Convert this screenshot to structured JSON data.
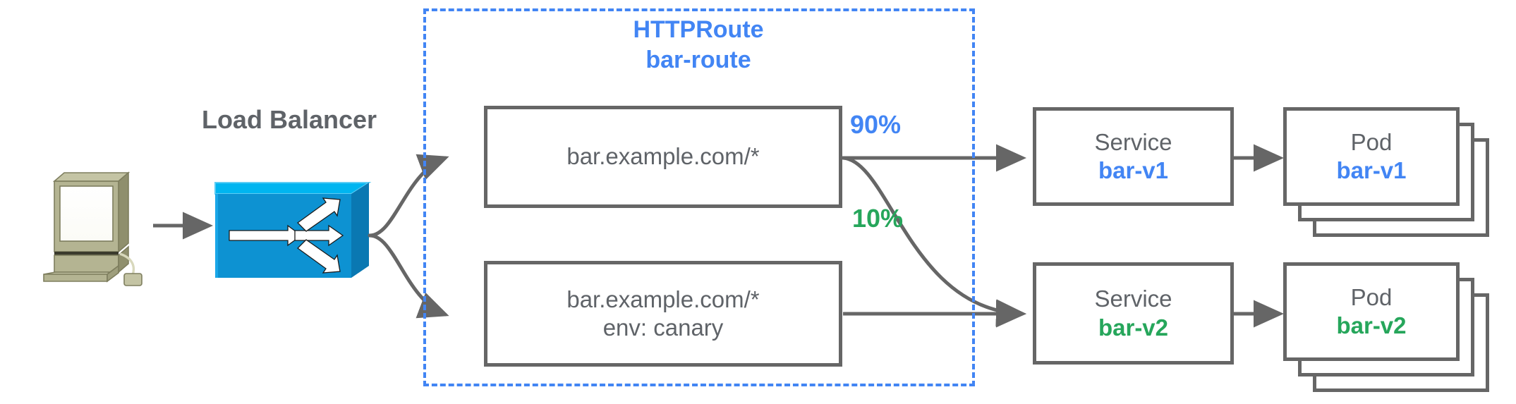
{
  "diagram": {
    "title_visible": false,
    "colors": {
      "blue": "#4285f4",
      "green": "#26a65b",
      "gray": "#5f6368",
      "stroke": "#666666",
      "lb_front": "#0d92d2",
      "lb_top": "#00b5f0",
      "lb_side": "#0a72a8",
      "pc_body": "#a8a884",
      "pc_light": "#c6c6a8",
      "pc_dark": "#8a8a68"
    },
    "client": {
      "icon": "workstation-icon",
      "label": ""
    },
    "load_balancer": {
      "label": "Load Balancer",
      "icon": "load-balancer-switch-icon"
    },
    "httproute": {
      "kind_label": "HTTPRoute",
      "name_label": "bar-route"
    },
    "rules": [
      {
        "id": "rule-1",
        "line1": "bar.example.com/*",
        "line2": ""
      },
      {
        "id": "rule-2",
        "line1": "bar.example.com/*",
        "line2": "env: canary"
      }
    ],
    "weights": [
      {
        "id": "weight-90",
        "label": "90%",
        "color": "blue"
      },
      {
        "id": "weight-10",
        "label": "10%",
        "color": "green"
      }
    ],
    "services": [
      {
        "id": "service-bar-v1",
        "kind": "Service",
        "name": "bar-v1",
        "color": "blue"
      },
      {
        "id": "service-bar-v2",
        "kind": "Service",
        "name": "bar-v2",
        "color": "green"
      }
    ],
    "pods": [
      {
        "id": "pod-bar-v1",
        "kind": "Pod",
        "name": "bar-v1",
        "color": "blue",
        "replicas": 3
      },
      {
        "id": "pod-bar-v2",
        "kind": "Pod",
        "name": "bar-v2",
        "color": "green",
        "replicas": 3
      }
    ]
  }
}
